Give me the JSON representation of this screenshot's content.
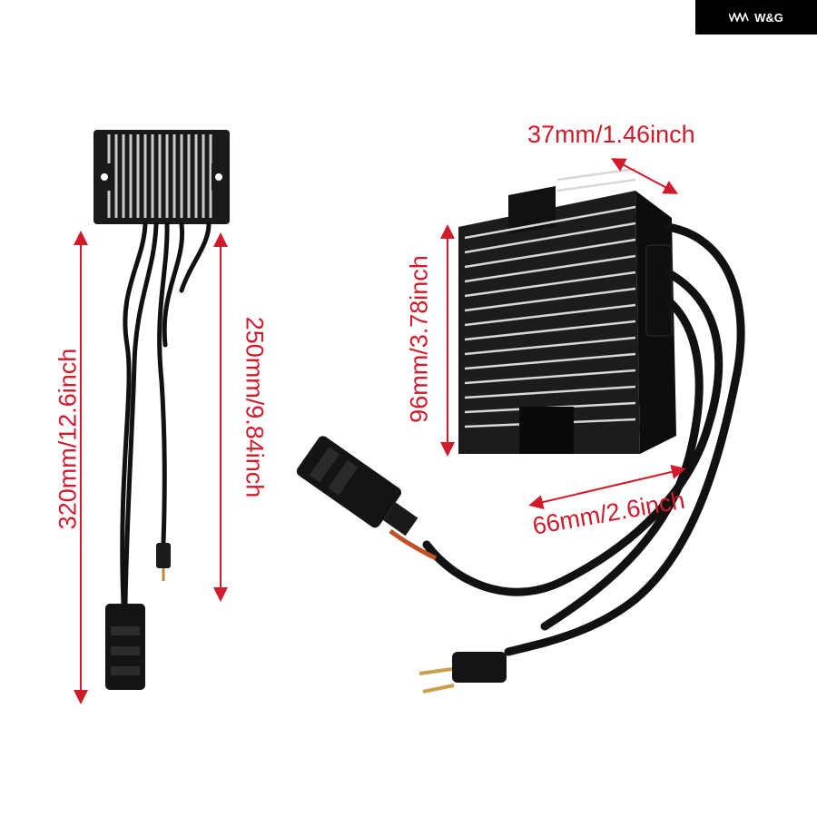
{
  "brand": {
    "name": "W&G",
    "logo_icon": "wg-logo-icon"
  },
  "dimensions": {
    "left_total_length": "320mm/12.6inch",
    "left_wire_length": "250mm/9.84inch",
    "right_depth": "37mm/1.46inch",
    "right_height": "96mm/3.78inch",
    "right_width": "66mm/2.6inch"
  },
  "colors": {
    "dimension": "#d11a2a",
    "product": "#111111",
    "badge_bg": "#000000"
  }
}
